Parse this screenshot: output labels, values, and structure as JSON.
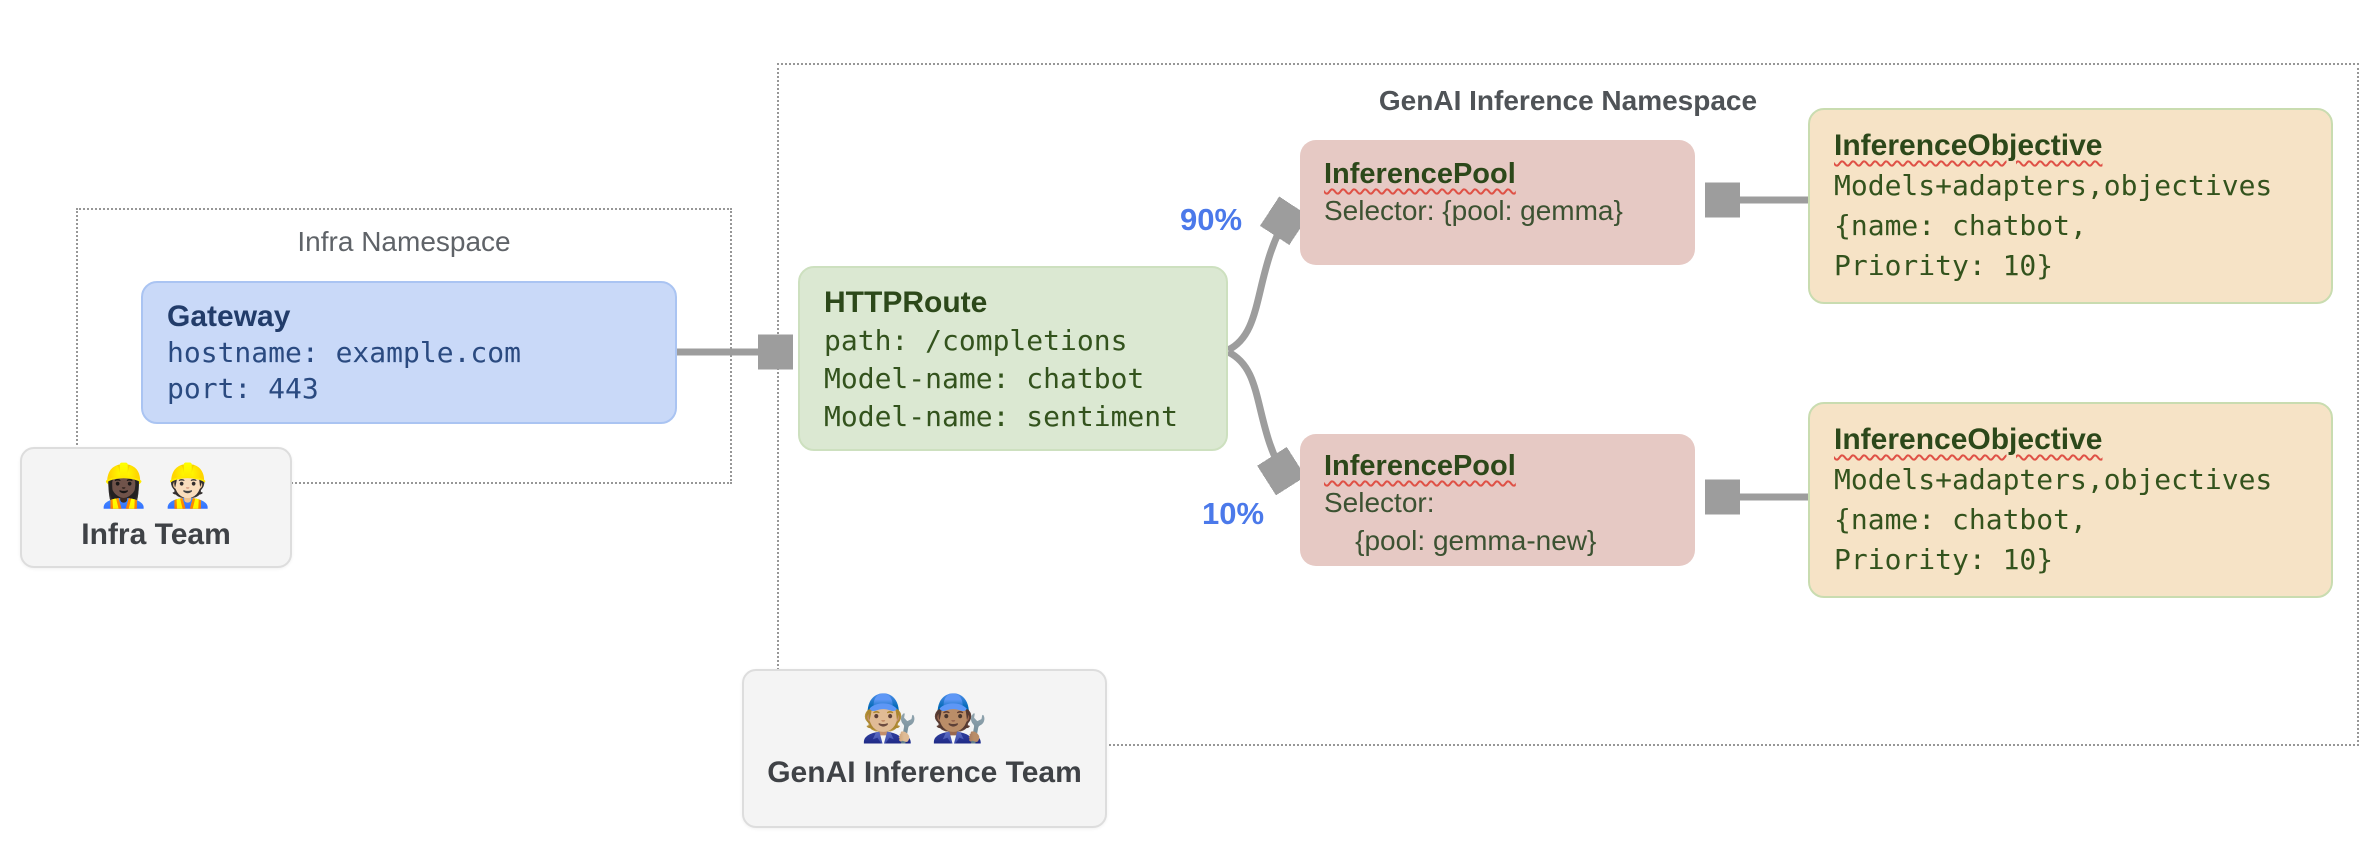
{
  "colors": {
    "gateway_fill": "#c9d9f8",
    "httproute_fill": "#dbe8d2",
    "inference_pool_fill": "#e6c9c4",
    "inference_objective_fill": "#f6e3c6",
    "team_card_fill": "#f4f4f4",
    "arrow_gray": "#9d9d9d",
    "weight_label_blue": "#4b79ea",
    "gateway_text_navy": "#2a4a80",
    "resource_text_green": "#33531d",
    "spellcheck_squiggle_red": "#df5146",
    "namespace_border_gray": "#979797"
  },
  "infra_namespace": {
    "label": "Infra Namespace",
    "gateway": {
      "title": "Gateway",
      "lines": [
        "hostname: example.com",
        "port: 443"
      ]
    }
  },
  "infra_team": {
    "emojis": "👷🏿‍♀️ 👷🏻",
    "label": "Infra Team"
  },
  "genai_namespace": {
    "label": "GenAI Inference Namespace",
    "httproute": {
      "title": "HTTPRoute",
      "lines": [
        "path: /completions",
        "Model-name: chatbot",
        "Model-name: sentiment"
      ]
    },
    "weight_top": "90%",
    "weight_bottom": "10%",
    "pool_top": {
      "title": "InferencePool",
      "lines": [
        "Selector: {pool: gemma}"
      ]
    },
    "pool_bottom": {
      "title": "InferencePool",
      "lines": [
        "Selector:",
        "    {pool: gemma-new}"
      ]
    },
    "objective_top": {
      "title": "InferenceObjective",
      "lines": [
        "Models+adapters,objectives",
        "{name: chatbot,",
        "Priority: 10}"
      ]
    },
    "objective_bottom": {
      "title": "InferenceObjective",
      "lines": [
        "Models+adapters,objectives",
        "{name: chatbot,",
        "Priority: 10}"
      ]
    }
  },
  "genai_team": {
    "emojis": "🧑🏼‍🔧 🧑🏽‍🔧",
    "label": "GenAI Inference Team"
  }
}
